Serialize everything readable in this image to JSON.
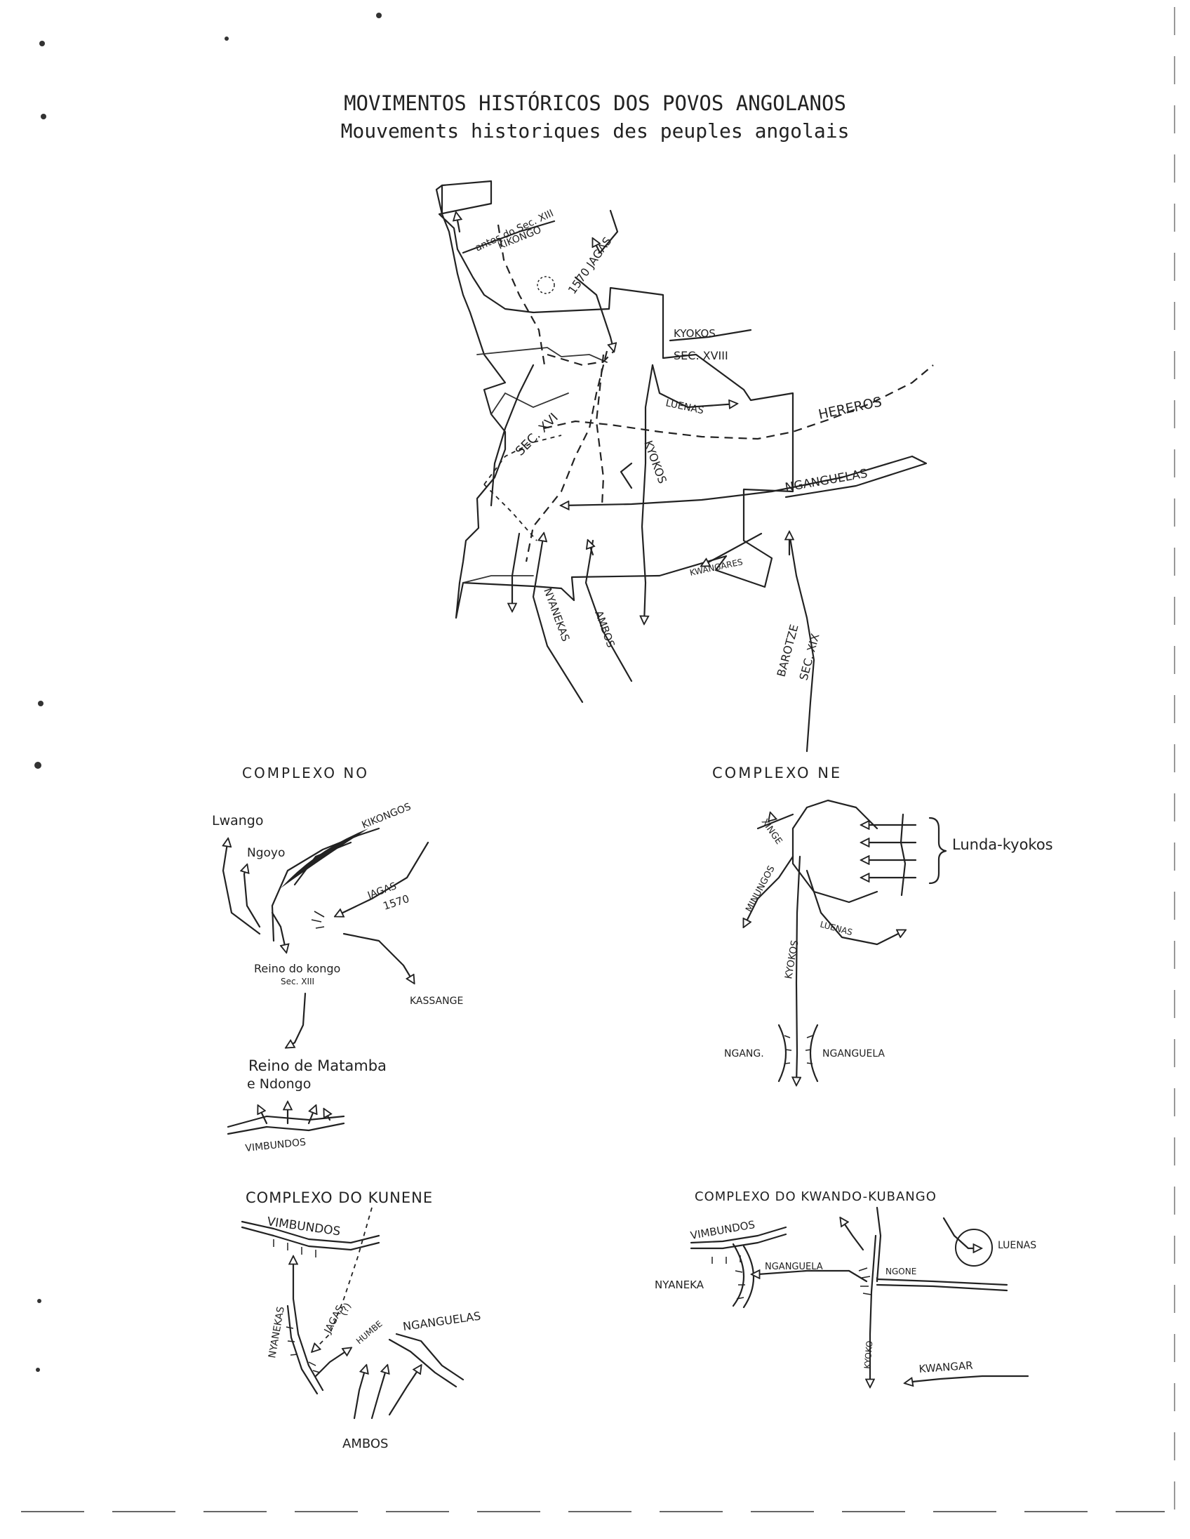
{
  "header": {
    "title_pt": "MOVIMENTOS HISTÓRICOS DOS POVOS ANGOLANOS",
    "title_fr": "Mouvements historiques des peuples angolais"
  },
  "main_map": {
    "labels": {
      "antes": "antes do Sec. XIII",
      "kikongo": "KIKONGO",
      "jagas_1570": "1570 JAGAS",
      "kyokos_xviii": "KYOKOS",
      "sec_xviii": "SEC. XVIII",
      "luenas": "LUENAS",
      "hereros": "HEREROS",
      "sec_xvi": "SEC. XVI",
      "kyokos_south": "KYOKOS",
      "nganguelas": "NGANGUELAS",
      "kwangares": "KWANGARES",
      "nyanekas": "NYANEKAS",
      "ambos": "AMBOS",
      "barotze": "BAROTZE",
      "sec_xix": "SEC. XIX"
    }
  },
  "complex_no": {
    "title": "COMPLEXO NO",
    "labels": {
      "lwango": "Lwango",
      "ngoyo": "Ngoyo",
      "kikongos": "KIKONGOS",
      "jagas": "JAGAS",
      "year": "1570",
      "reino_kongo": "Reino do kongo",
      "sec_xiii": "Sec. XIII",
      "kassange": "KASSANGE",
      "reino_matamba_1": "Reino de Matamba",
      "reino_matamba_2": "e Ndongo",
      "vimbundos": "VIMBUNDOS"
    }
  },
  "complex_ne": {
    "title": "COMPLEXO NE",
    "labels": {
      "lunda_kyokos": "Lunda-kyokos",
      "xinge": "XINGE",
      "minungos": "MINUNGOS",
      "kyokos": "KYOKOS",
      "luenas": "LUENAS",
      "ngang": "NGANG.",
      "nganguela": "NGANGUELA"
    }
  },
  "complex_kunene": {
    "title": "COMPLEXO DO KUNENE",
    "labels": {
      "vimbundos": "VIMBUNDOS",
      "jagas": "JAGAS",
      "jagas_q": "(?)",
      "nyanekas": "NYANEKAS",
      "humbe": "HUMBE",
      "nganguelas": "NGANGUELAS",
      "ambos": "AMBOS"
    }
  },
  "complex_kk": {
    "title": "COMPLEXO DO KWANDO-KUBANGO",
    "labels": {
      "vimbundos": "VIMBUNDOS",
      "luenas": "LUENAS",
      "nganguela": "NGANGUELA",
      "ngane": "NGONE",
      "nyaneka": "NYANEKA",
      "kyoko": "KYOKO",
      "kwangar": "KWANGAR"
    }
  },
  "colors": {
    "ink": "#222222",
    "paper": "#ffffff"
  }
}
